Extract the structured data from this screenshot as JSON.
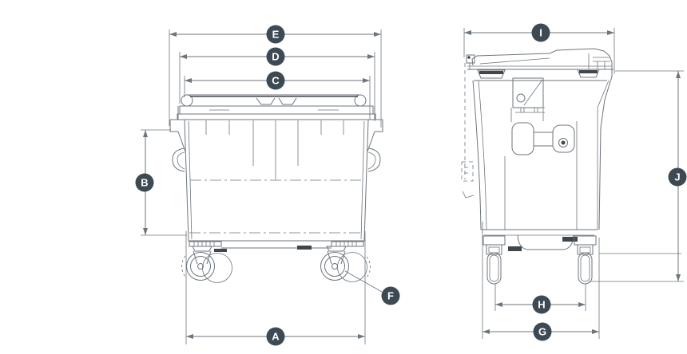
{
  "dimension_labels": {
    "a": "A",
    "b": "B",
    "c": "C",
    "d": "D",
    "e": "E",
    "f": "F",
    "g": "G",
    "h": "H",
    "i": "I",
    "j": "J"
  },
  "colors": {
    "background": "#ffffff",
    "line_gray": "#6e767d",
    "dark_detail": "#3f464c",
    "badge_background": "#3d4a53",
    "badge_text": "#ffffff"
  }
}
